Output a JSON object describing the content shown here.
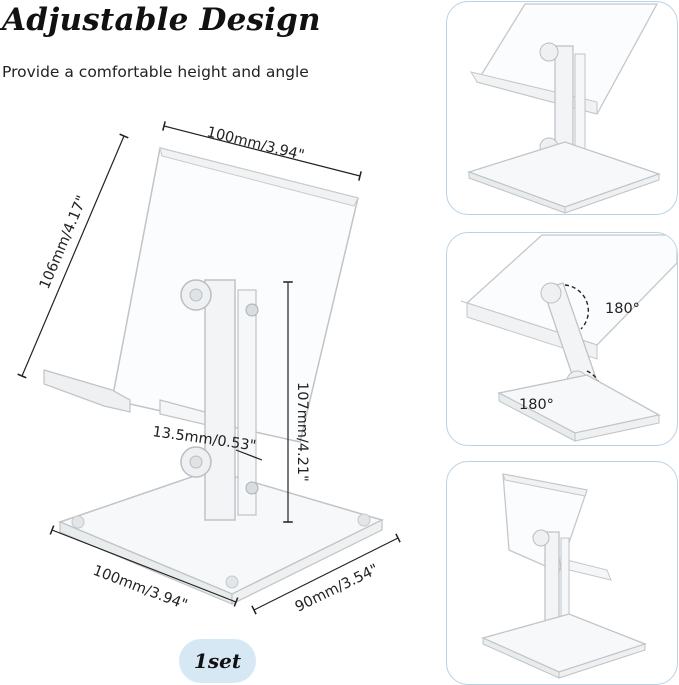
{
  "heading": {
    "title": "Adjustable Design",
    "subtitle": "Provide a comfortable height and angle"
  },
  "dimensions": {
    "top_width": "100mm/3.94\"",
    "panel_height": "106mm/4.17\"",
    "stem_height": "107mm/4.21\"",
    "stem_width": "13.5mm/0.53\"",
    "base_width": "100mm/3.94\"",
    "base_depth": "90mm/3.54\""
  },
  "angle_view": {
    "top_angle": "180°",
    "bottom_angle": "180°"
  },
  "badge": {
    "label": "1set"
  },
  "colors": {
    "acrylic_edge": "#bfc4c8",
    "panel_border": "#b9d2e6",
    "badge_fill": "#d7e8f5",
    "dimension_line": "#222222"
  }
}
